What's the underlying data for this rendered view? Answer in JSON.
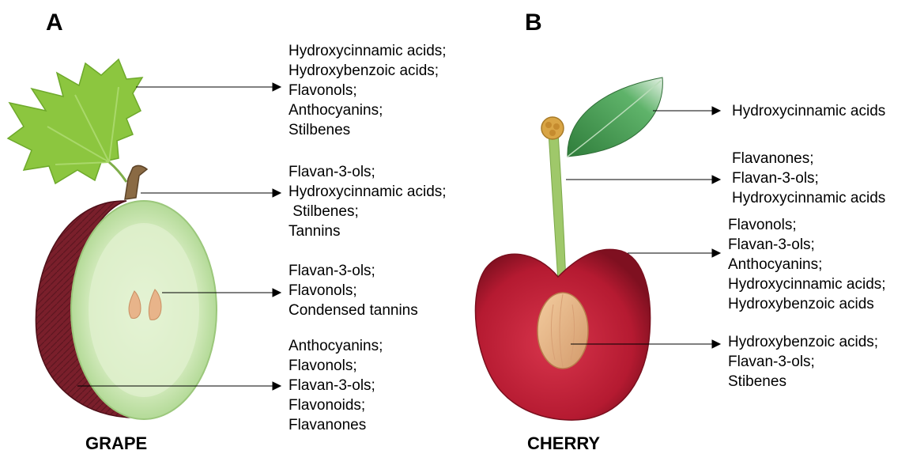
{
  "panels": {
    "A": {
      "letter": "A",
      "fruit": "GRAPE",
      "parts": [
        {
          "part": "leaf",
          "compounds": [
            "Hydroxycinnamic acids;",
            "Hydroxybenzoic acids;",
            "Flavonols;",
            "Anthocyanins;",
            "Stilbenes"
          ]
        },
        {
          "part": "stem",
          "compounds": [
            "Flavan-3-ols;",
            "Hydroxycinnamic acids;",
            " Stilbenes;",
            "Tannins"
          ]
        },
        {
          "part": "seed",
          "compounds": [
            "Flavan-3-ols;",
            "Flavonols;",
            "Condensed tannins"
          ]
        },
        {
          "part": "skin",
          "compounds": [
            "Anthocyanins;",
            "Flavonols;",
            "Flavan-3-ols;",
            "Flavonoids;",
            "Flavanones"
          ]
        }
      ]
    },
    "B": {
      "letter": "B",
      "fruit": "CHERRY",
      "parts": [
        {
          "part": "leaf",
          "compounds": [
            "Hydroxycinnamic acids"
          ]
        },
        {
          "part": "stem",
          "compounds": [
            "Flavanones;",
            "Flavan-3-ols;",
            "Hydroxycinnamic acids"
          ]
        },
        {
          "part": "flesh",
          "compounds": [
            "Flavonols;",
            "Flavan-3-ols;",
            "Anthocyanins;",
            "Hydroxycinnamic acids;",
            "Hydroxybenzoic acids"
          ]
        },
        {
          "part": "stone",
          "compounds": [
            "Hydroxybenzoic acids;",
            "Flavan-3-ols;",
            "Stibenes"
          ]
        }
      ]
    }
  },
  "colors": {
    "grape_skin": "#7a1f2b",
    "grape_flesh": "#c9e6b0",
    "grape_leaf": "#8cc63f",
    "cherry_flesh": "#c0223a",
    "cherry_stem": "#9fc86a",
    "cherry_leaf": "#3f9b4e",
    "seed": "#e8b48a"
  }
}
